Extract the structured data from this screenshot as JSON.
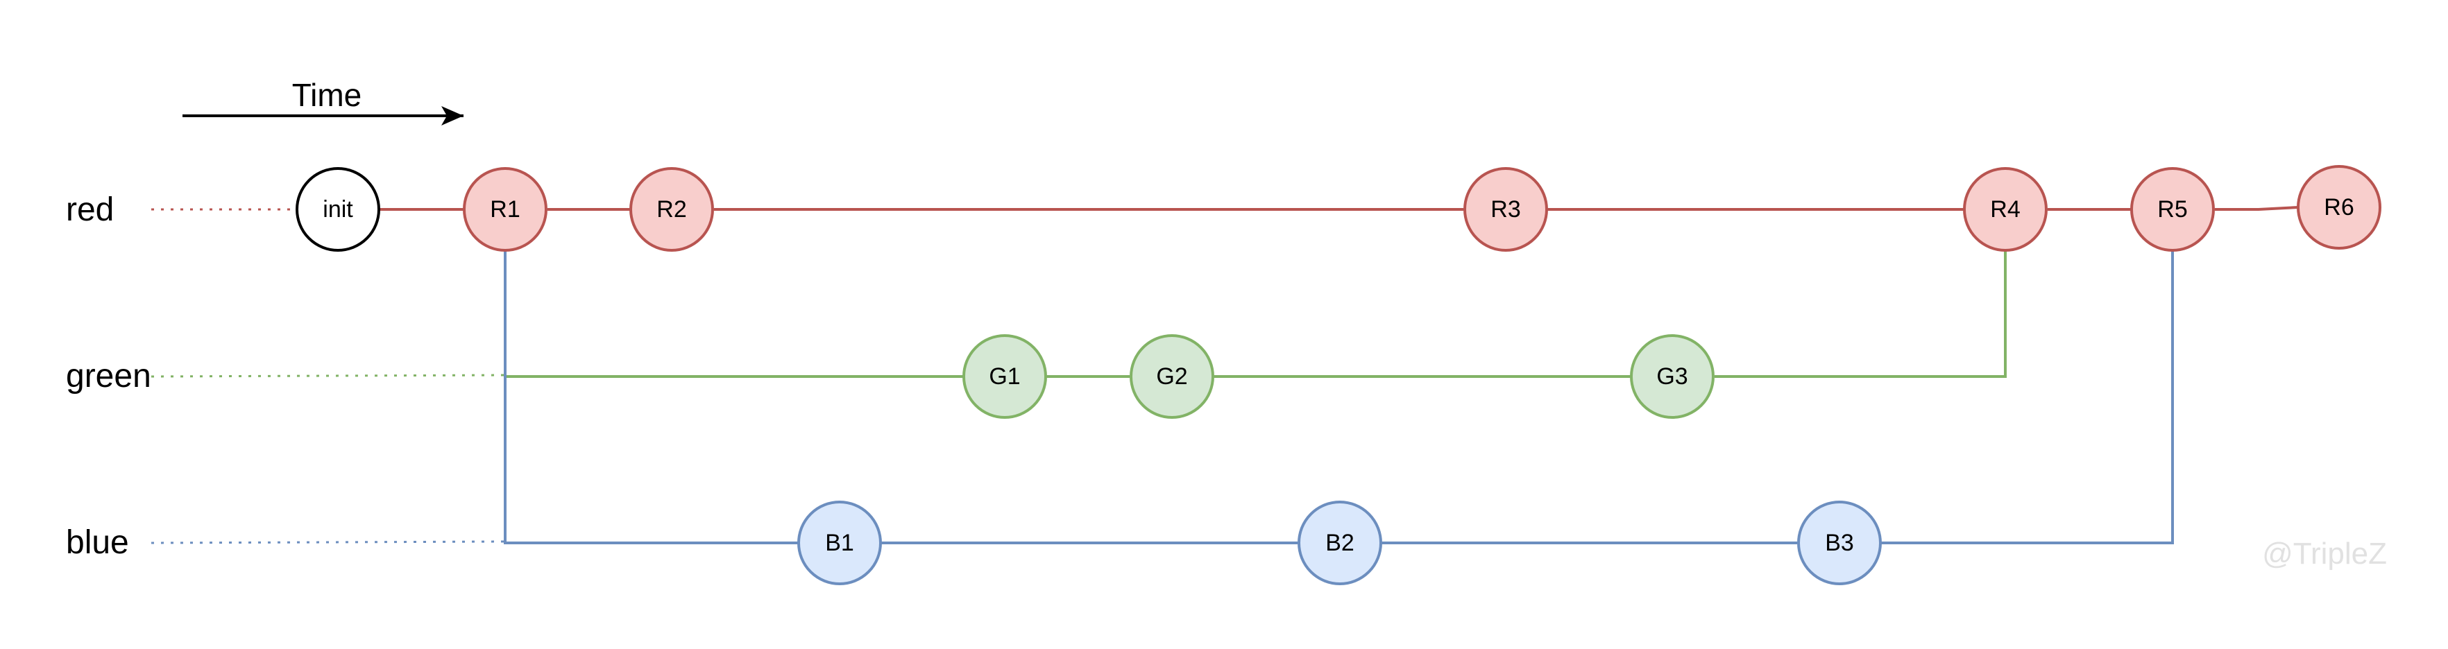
{
  "time_label": "Time",
  "watermark": "@TripleZ",
  "lanes": [
    {
      "key": "red",
      "label": "red"
    },
    {
      "key": "green",
      "label": "green"
    },
    {
      "key": "blue",
      "label": "blue"
    }
  ],
  "colors": {
    "red_stroke": "#b85450",
    "red_fill": "#f8cecc",
    "green_stroke": "#82b366",
    "green_fill": "#d5e8d4",
    "blue_stroke": "#6c8ebf",
    "blue_fill": "#dae8fc",
    "init_stroke": "#000000",
    "init_fill": "#ffffff"
  },
  "nodes": [
    {
      "id": "init",
      "label": "init",
      "lane": "red"
    },
    {
      "id": "R1",
      "label": "R1",
      "lane": "red"
    },
    {
      "id": "R2",
      "label": "R2",
      "lane": "red"
    },
    {
      "id": "R3",
      "label": "R3",
      "lane": "red"
    },
    {
      "id": "R4",
      "label": "R4",
      "lane": "red"
    },
    {
      "id": "R5",
      "label": "R5",
      "lane": "red"
    },
    {
      "id": "R6",
      "label": "R6",
      "lane": "red"
    },
    {
      "id": "G1",
      "label": "G1",
      "lane": "green"
    },
    {
      "id": "G2",
      "label": "G2",
      "lane": "green"
    },
    {
      "id": "G3",
      "label": "G3",
      "lane": "green"
    },
    {
      "id": "B1",
      "label": "B1",
      "lane": "blue"
    },
    {
      "id": "B2",
      "label": "B2",
      "lane": "blue"
    },
    {
      "id": "B3",
      "label": "B3",
      "lane": "blue"
    }
  ],
  "edges": [
    {
      "from": "init",
      "to": "R1",
      "color": "red"
    },
    {
      "from": "R1",
      "to": "R2",
      "color": "red"
    },
    {
      "from": "R2",
      "to": "R3",
      "color": "red"
    },
    {
      "from": "R3",
      "to": "R4",
      "color": "red"
    },
    {
      "from": "R4",
      "to": "R5",
      "color": "red"
    },
    {
      "from": "R5",
      "to": "R6",
      "color": "red"
    },
    {
      "from": "R1",
      "to": "G1",
      "color": "green"
    },
    {
      "from": "G1",
      "to": "G2",
      "color": "green"
    },
    {
      "from": "G2",
      "to": "G3",
      "color": "green"
    },
    {
      "from": "G3",
      "to": "R4",
      "color": "green"
    },
    {
      "from": "R1",
      "to": "B1",
      "color": "blue"
    },
    {
      "from": "B1",
      "to": "B2",
      "color": "blue"
    },
    {
      "from": "B2",
      "to": "B3",
      "color": "blue"
    },
    {
      "from": "B3",
      "to": "R5",
      "color": "blue"
    }
  ]
}
